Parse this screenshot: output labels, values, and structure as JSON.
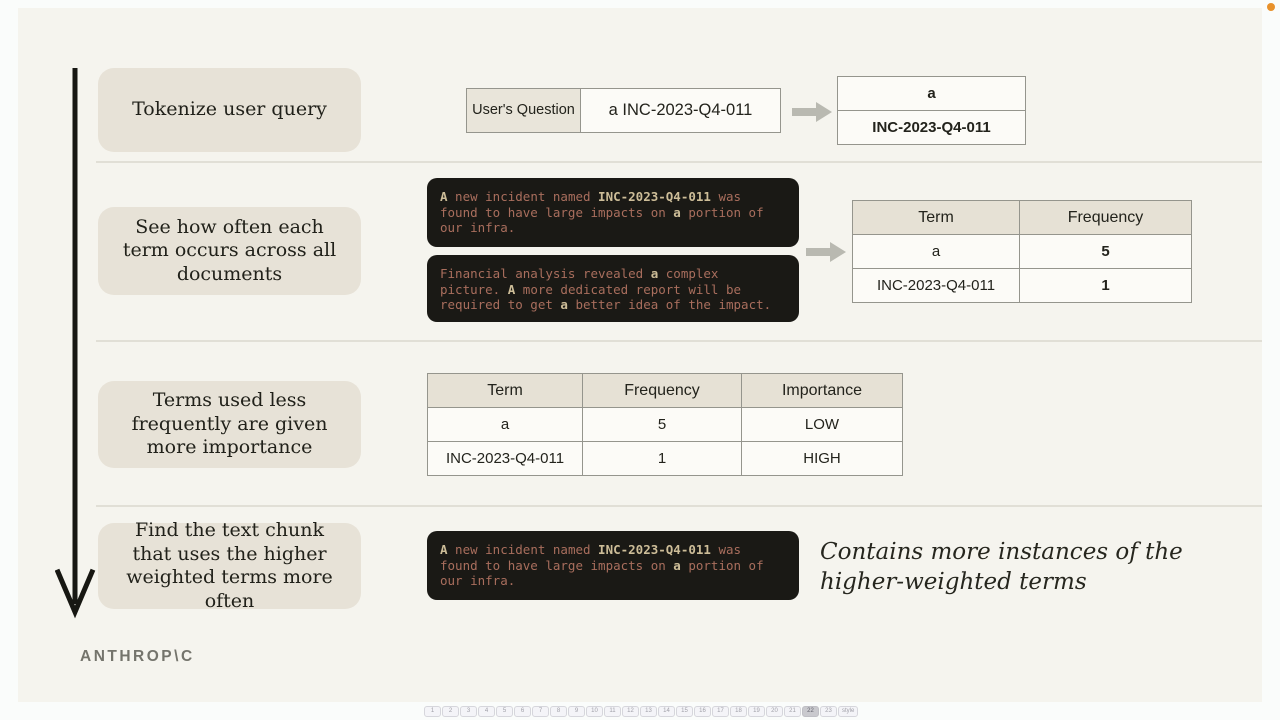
{
  "slide": {
    "steps": [
      {
        "label": "Tokenize user query"
      },
      {
        "label": "See how often each term occurs across all documents"
      },
      {
        "label": "Terms used less frequently are given more importance"
      },
      {
        "label": "Find the text chunk that uses the higher weighted terms more often"
      }
    ],
    "tokenize": {
      "question_label": "User's Question",
      "question_value": "a INC-2023-Q4-011",
      "tokens": [
        "a",
        "INC-2023-Q4-011"
      ]
    },
    "doc_chunks": {
      "chunk1": [
        {
          "h": true,
          "t": "A"
        },
        {
          "h": false,
          "t": " new incident named "
        },
        {
          "h": true,
          "t": "INC-2023-Q4-011"
        },
        {
          "h": false,
          "t": " was\nfound to have large impacts on "
        },
        {
          "h": true,
          "t": "a"
        },
        {
          "h": false,
          "t": " portion of\nour infra."
        }
      ],
      "chunk2": [
        {
          "h": false,
          "t": "Financial analysis revealed "
        },
        {
          "h": true,
          "t": "a"
        },
        {
          "h": false,
          "t": " complex\npicture. "
        },
        {
          "h": true,
          "t": "A"
        },
        {
          "h": false,
          "t": " more dedicated report will be\nrequired to get "
        },
        {
          "h": true,
          "t": "a"
        },
        {
          "h": false,
          "t": " better idea of the impact."
        }
      ]
    },
    "frequency_table": {
      "headers": [
        "Term",
        "Frequency"
      ],
      "rows": [
        [
          "a",
          "5"
        ],
        [
          "INC-2023-Q4-011",
          "1"
        ]
      ]
    },
    "importance_table": {
      "headers": [
        "Term",
        "Frequency",
        "Importance"
      ],
      "rows": [
        [
          "a",
          "5",
          "LOW"
        ],
        [
          "INC-2023-Q4-011",
          "1",
          "HIGH"
        ]
      ]
    },
    "final_caption": "Contains more instances of the\nhigher-weighted terms",
    "logo": "ANTHROP\\C"
  },
  "colors": {
    "slide_bg": "#f5f4ee",
    "step_box_bg": "#e7e2d7",
    "table_header_bg": "#e6e1d5",
    "chunk_bg": "#1a1915",
    "chunk_text": "#a96e5d",
    "chunk_highlight": "#cdbd98",
    "gray_arrow": "#b9b9b1",
    "accent_dot": "#e8912b"
  },
  "slide_nav": {
    "pages": [
      "1",
      "2",
      "3",
      "4",
      "5",
      "6",
      "7",
      "8",
      "9",
      "10",
      "11",
      "12",
      "13",
      "14",
      "15",
      "16",
      "17",
      "18",
      "19",
      "20",
      "21",
      "22",
      "23"
    ],
    "active_page": "22",
    "style_label": "style"
  }
}
